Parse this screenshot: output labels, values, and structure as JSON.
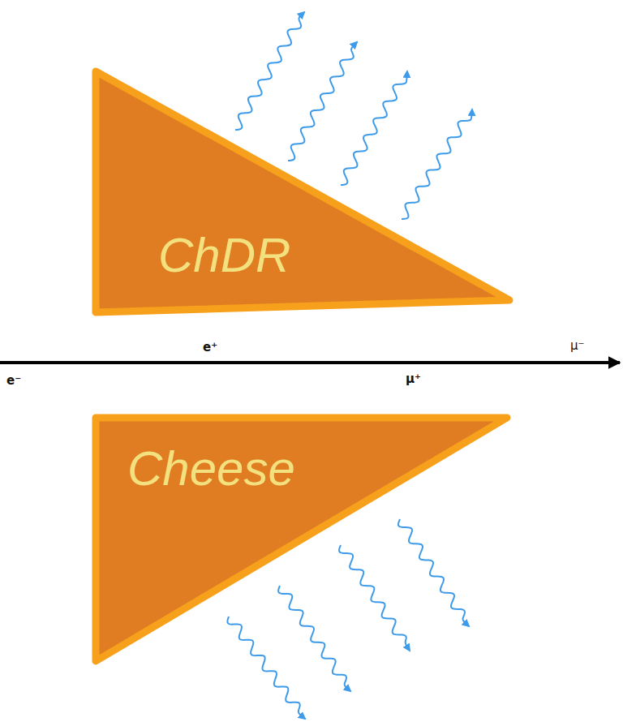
{
  "diagram": {
    "nodes": [
      {
        "text": [
          "ChDR"
        ]
      },
      {
        "text": [
          "Cheese"
        ]
      }
    ],
    "labels": [
      "e⁺",
      "μ⁻",
      "e⁻",
      "μ⁺"
    ]
  }
}
